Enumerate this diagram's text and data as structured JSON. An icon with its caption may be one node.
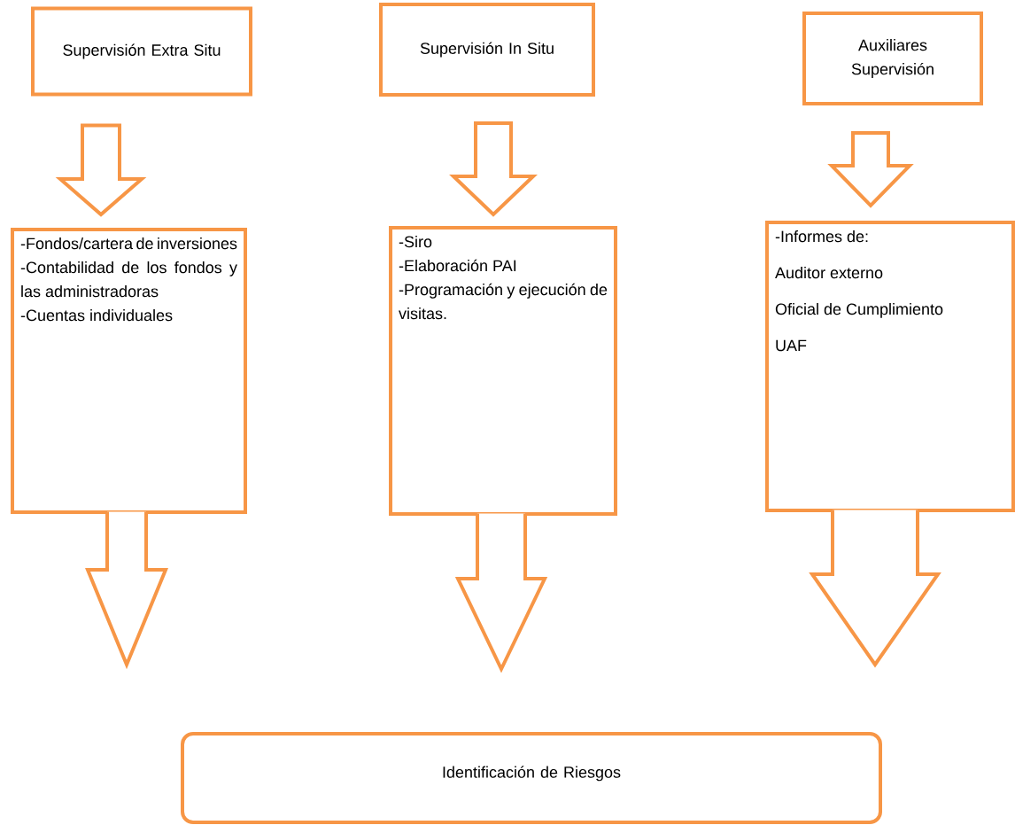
{
  "diagram": {
    "nodes": [
      {
        "text": [
          "Supervisión Extra Situ"
        ]
      },
      {
        "text": [
          "Supervisión In Situ"
        ]
      },
      {
        "text": [
          "Auxiliares Supervisión"
        ]
      },
      {
        "text": [
          "-Fondos/cartera de inversiones",
          "-Contabilidad de los fondos y las administradoras",
          "-Cuentas individuales"
        ]
      },
      {
        "text": [
          "-Siro",
          "-Elaboración PAI",
          "-Programación y ejecución de visitas."
        ]
      },
      {
        "text": [
          "-Informes de:",
          "Auditor externo",
          "Oficial de Cumplimiento",
          "UAF"
        ]
      },
      {
        "text": [
          "Identificación de Riesgos"
        ]
      }
    ],
    "edges": [
      {
        "from": 0,
        "to": 3,
        "arrow": "to"
      },
      {
        "from": 1,
        "to": 4,
        "arrow": "to"
      },
      {
        "from": 2,
        "to": 5,
        "arrow": "to"
      },
      {
        "from": 3,
        "to": 6,
        "arrow": "to"
      },
      {
        "from": 4,
        "to": 6,
        "arrow": "to"
      },
      {
        "from": 5,
        "to": 6,
        "arrow": "to"
      }
    ]
  }
}
